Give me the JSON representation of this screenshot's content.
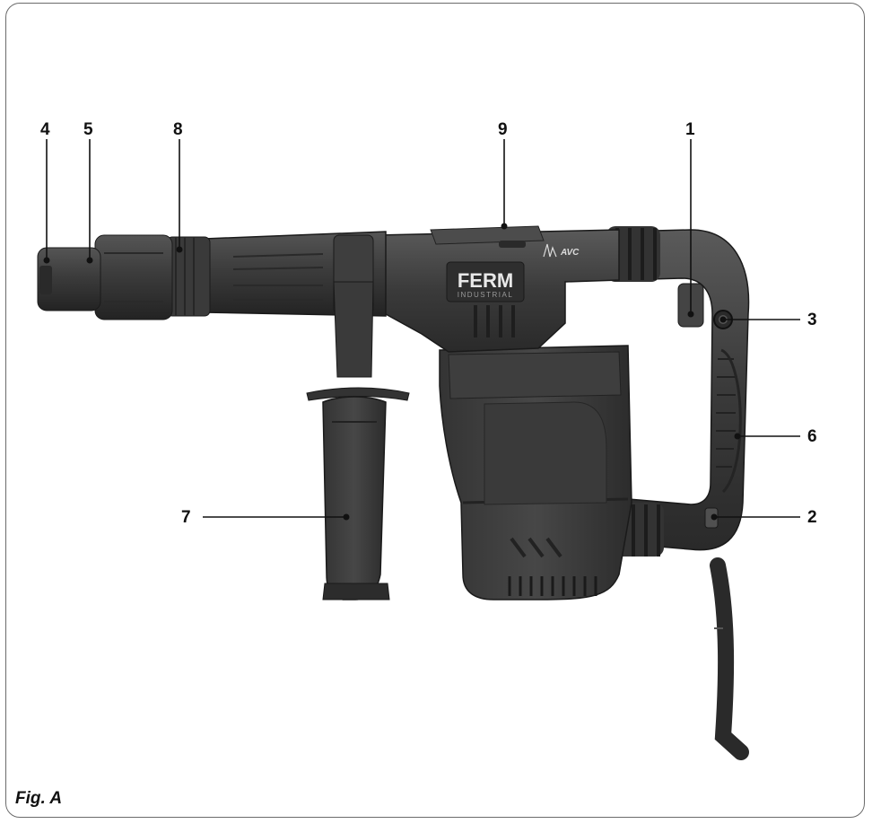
{
  "figure": {
    "caption": "Fig. A",
    "brand": {
      "logo_text": "FERM",
      "logo_sub": "INDUSTRIAL",
      "badge_text": "AVC"
    },
    "callouts": [
      {
        "id": "1",
        "label": "1"
      },
      {
        "id": "2",
        "label": "2"
      },
      {
        "id": "3",
        "label": "3"
      },
      {
        "id": "4",
        "label": "4"
      },
      {
        "id": "5",
        "label": "5"
      },
      {
        "id": "6",
        "label": "6"
      },
      {
        "id": "7",
        "label": "7"
      },
      {
        "id": "8",
        "label": "8"
      },
      {
        "id": "9",
        "label": "9"
      }
    ]
  },
  "colors": {
    "body": "#3c3c3c",
    "body_light": "#4a4a4a",
    "body_dark": "#262626",
    "line": "#111111",
    "frame": "#6b6b6b"
  }
}
